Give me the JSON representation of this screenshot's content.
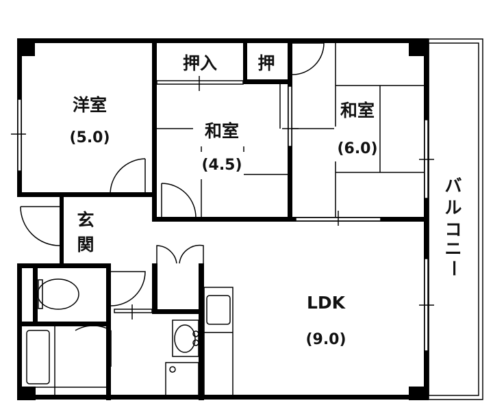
{
  "floor_plan": {
    "rooms": {
      "western_room": {
        "name": "洋室",
        "size": "(5.0)"
      },
      "closet_1": {
        "name": "押入"
      },
      "closet_2": {
        "name": "押"
      },
      "japanese_room_1": {
        "name": "和室",
        "size": "(4.5)"
      },
      "japanese_room_2": {
        "name": "和室",
        "size": "(6.0)"
      },
      "entrance": {
        "name_top": "玄",
        "name_bottom": "関"
      },
      "ldk": {
        "name": "LDK",
        "size": "(9.0)"
      },
      "balcony": {
        "chars": [
          "バ",
          "ル",
          "コ",
          "ニ",
          "ー"
        ]
      }
    }
  }
}
